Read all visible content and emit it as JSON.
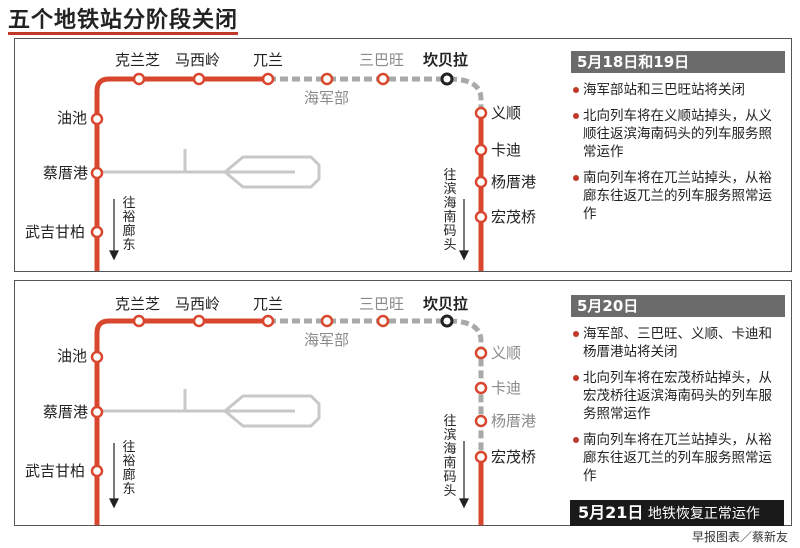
{
  "header": {
    "title": "五个地铁站分阶段关闭"
  },
  "stations": {
    "kelanzhi": "克兰芝",
    "maxiling": "马西岭",
    "wulan": "兀兰",
    "sanbawang": "三巴旺",
    "haijunbu": "海军部",
    "kanbeila": "坎贝拉",
    "youchi": "油池",
    "caixungang": "蔡厝港",
    "wujiganbai": "武吉甘柏",
    "yishun": "义顺",
    "kadi": "卡迪",
    "yangcuogang": "杨厝港",
    "hongmaoqiao": "宏茂桥"
  },
  "directions": {
    "south": "往滨海南码头",
    "west": "往裕廊东"
  },
  "panel1": {
    "date": "5月18日和19日",
    "notes": [
      "海军部站和三巴旺站将关闭",
      "北向列车将在义顺站掉头，从义顺往返滨海南码头的列车服务照常运作",
      "南向列车将在兀兰站掉头，从裕廊东往返兀兰的列车服务照常运作"
    ]
  },
  "panel2": {
    "date": "5月20日",
    "notes": [
      "海军部、三巴旺、义顺、卡迪和杨厝港站将关闭",
      "北向列车将在宏茂桥站掉头，从宏茂桥往返滨海南码头的列车服务照常运作",
      "南向列车将在兀兰站掉头，从裕廊东往返兀兰的列车服务照常运作"
    ]
  },
  "resume": {
    "date": "5月21日",
    "text": "地铁恢复正常运作"
  },
  "credit": "早报图表／蔡新友",
  "colors": {
    "line": "#d9462e",
    "closed": "#a9a9a9",
    "grey_track": "#c8c8c8"
  }
}
